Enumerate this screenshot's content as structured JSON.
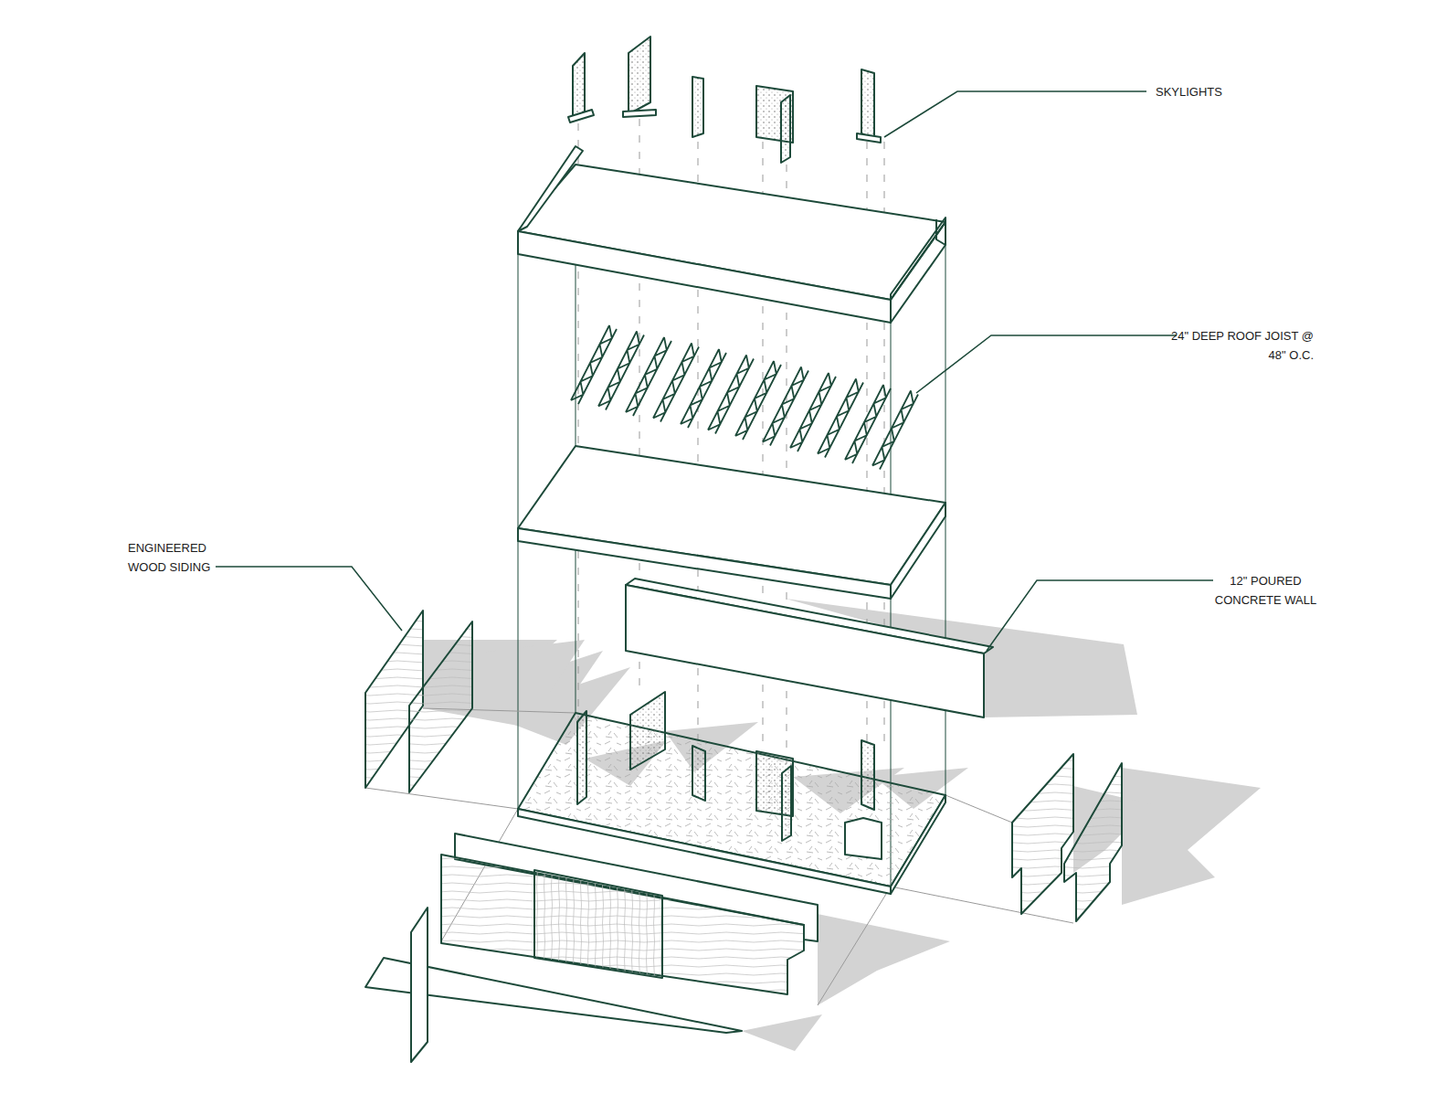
{
  "diagram": {
    "labels": [
      "SKYLIGHTS",
      "24\" DEEP ROOF JOIST @ 48\" O.C.",
      "ENGINEERED WOOD SIDING",
      "12\" POURED CONCRETE WALL"
    ]
  }
}
